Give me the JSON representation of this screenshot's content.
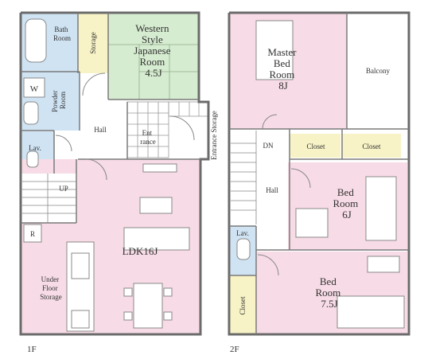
{
  "floor1": {
    "label": "1F",
    "rooms": {
      "bath": [
        "Bath",
        "Room"
      ],
      "storage": "Storage",
      "japanese": [
        "Western",
        "Style",
        "Japanese",
        "Room",
        "4.5J"
      ],
      "powder": [
        "Powder",
        "Room"
      ],
      "washer": "W",
      "hall": "Hall",
      "entrance": [
        "Ent",
        "rance"
      ],
      "entrance_storage": "Entrance Storage",
      "lav": "Lav.",
      "up": "UP",
      "ldk": "LDK16J",
      "refrigerator": "R",
      "underfloor": [
        "Under",
        "Floor",
        "Storage"
      ]
    }
  },
  "floor2": {
    "label": "2F",
    "rooms": {
      "master": [
        "Master",
        "Bed",
        "Room",
        "8J"
      ],
      "balcony": "Balcony",
      "dn": "DN",
      "closet_a": "Closet",
      "closet_b": "Closet",
      "hall": "Hall",
      "bed6": [
        "Bed",
        "Room",
        "6J"
      ],
      "lav": "Lav.",
      "bed75": [
        "Bed",
        "Room",
        "7.5J"
      ],
      "closet_c": "Closet"
    }
  },
  "colors": {
    "pink": "#f7dbe6",
    "green": "#d6ecd0",
    "blue": "#cfe3f3",
    "yellow": "#f7f3c6",
    "wall": "#6b6b6b"
  }
}
